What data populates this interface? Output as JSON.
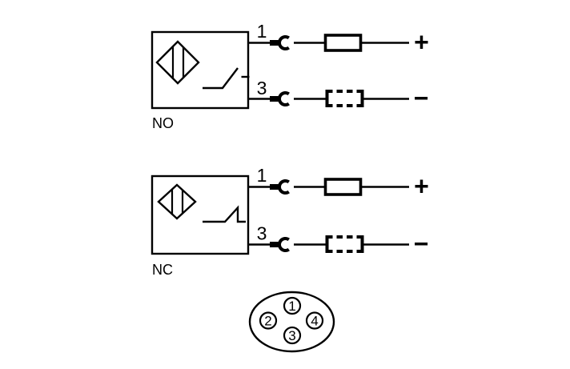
{
  "canvas": {
    "background": "#ffffff",
    "ink": "#000000"
  },
  "circuits": [
    {
      "label": "NO",
      "switch_symbol": "normally-open-contact",
      "sensor_symbol": "proximity-sensor-diamond",
      "wires": [
        {
          "pin": "1",
          "load": "solid-box",
          "terminal": "+"
        },
        {
          "pin": "3",
          "load": "dashed-box",
          "terminal": "−"
        }
      ]
    },
    {
      "label": "NC",
      "switch_symbol": "normally-closed-contact",
      "sensor_symbol": "proximity-sensor-diamond",
      "wires": [
        {
          "pin": "1",
          "load": "solid-box",
          "terminal": "+"
        },
        {
          "pin": "3",
          "load": "dashed-box",
          "terminal": "−"
        }
      ]
    }
  ],
  "connector": {
    "pins": [
      {
        "number": "1",
        "position": "top"
      },
      {
        "number": "2",
        "position": "left"
      },
      {
        "number": "3",
        "position": "bottom"
      },
      {
        "number": "4",
        "position": "right"
      }
    ]
  }
}
